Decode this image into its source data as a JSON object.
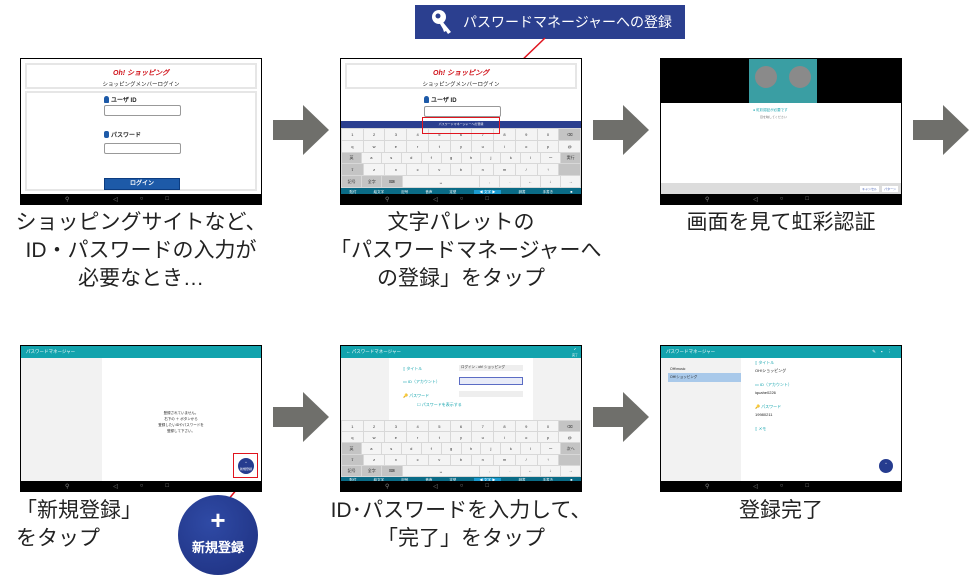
{
  "callout": {
    "label": "パスワードマネージャーへの登録",
    "icon": "key-icon",
    "bg": "#2b3f8f"
  },
  "login": {
    "logo": "Oh! ショッピング",
    "subtitle": "ショッピングメンバーログイン",
    "user_id_label": "ユーザ ID",
    "password_label": "パスワード",
    "login_button": "ログイン"
  },
  "keyboard_bar": {
    "label": "パスワードマネージャーへの登録"
  },
  "keyboard": {
    "rows": [
      [
        "1",
        "2",
        "3",
        "4",
        "5",
        "6",
        "7",
        "8",
        "9",
        "0",
        "⌫"
      ],
      [
        "q",
        "w",
        "e",
        "r",
        "t",
        "y",
        "u",
        "i",
        "o",
        "p",
        "@"
      ],
      [
        "英",
        "a",
        "s",
        "d",
        "f",
        "g",
        "h",
        "j",
        "k",
        "l",
        "ー",
        "実行"
      ],
      [
        "⇧",
        "z",
        "x",
        "c",
        "v",
        "b",
        "n",
        "m",
        "/",
        "↑",
        ""
      ],
      [
        "記号",
        "全字",
        "⌨",
        "␣",
        ",",
        ".",
        "←",
        "↓",
        "→"
      ]
    ],
    "enter_alt": "次へ",
    "toolbar": [
      "貼付",
      "絵文字",
      "記号",
      "音声",
      "定型",
      "◀ 文字 ▶",
      "辞書",
      "手書き",
      "■"
    ]
  },
  "iris": {
    "title": "虹彩認証が必要です",
    "subtitle": "目を映してください",
    "cancel": "キャンセル",
    "pattern": "パターン"
  },
  "manager": {
    "title": "パスワードマネージャー",
    "empty_lines": [
      "登録されていません。",
      "右下の ＋ ボタンから",
      "登録したいIDやパスワードを",
      "登録して下さい。"
    ],
    "fab_plus": "+",
    "fab_label": "新規登録",
    "done": "完了",
    "field_title": "タイトル",
    "field_title_value": "ログイン - oh! ショッピング",
    "field_id": "ID（アカウント）",
    "field_password": "パスワード",
    "show_password": "パスワードを表示する",
    "list": [
      "OH!music",
      "OH!ショッピング"
    ],
    "detail_title": "OH!ショッピング",
    "detail_id": "iquahe0226",
    "detail_password": "19980211",
    "field_memo": "メモ"
  },
  "captions": {
    "step1": [
      "ショッピングサイトなど、",
      "ID・パスワードの入力が",
      "必要なとき…"
    ],
    "step2": [
      "文字パレットの",
      "「パスワードマネージャーへ",
      "の登録」をタップ"
    ],
    "step3": [
      "画面を見て虹彩認証"
    ],
    "step4": [
      "「新規登録」",
      "をタップ"
    ],
    "step5": [
      "ID･パスワードを入力して、",
      "「完了」をタップ"
    ],
    "step6": [
      "登録完了"
    ]
  },
  "colors": {
    "arrow": "#6f6f6b",
    "highlight": "#e0141e",
    "teal": "#12a3ad",
    "fab": "#263c8f"
  }
}
